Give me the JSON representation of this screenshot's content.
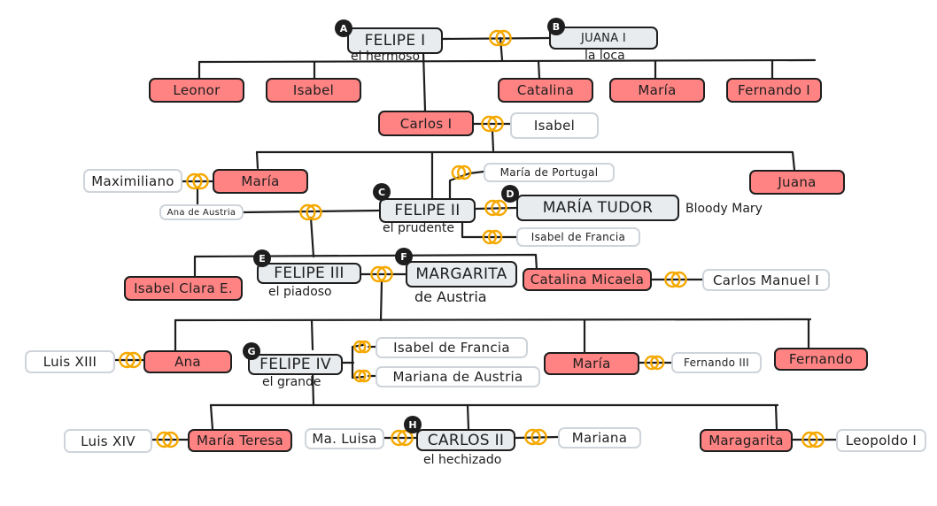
{
  "colors": {
    "descendant": "#ff8383",
    "king": "#e9ecef",
    "spouse": "#ffffff",
    "ring": "#f5a800",
    "line": "#1e1e1e"
  },
  "icons": {
    "marriage": "double-ring-icon"
  },
  "people": {
    "felipe1": "FELIPE I",
    "felipe1_epithet": "el hermoso",
    "juana1": "JUANA I",
    "juana1_epithet": "la loca",
    "leonor": "Leonor",
    "isabel": "Isabel",
    "catalina": "Catalina",
    "maria": "María",
    "fernando1": "Fernando I",
    "carlos1": "Carlos I",
    "isabel_spouse": "Isabel",
    "maximiliano": "Maximiliano",
    "maria2": "María",
    "ana_austria": "Ana de Austria",
    "juana": "Juana",
    "maria_portugal": "María de Portugal",
    "felipe2": "FELIPE II",
    "felipe2_epithet": "el prudente",
    "maria_tudor": "MARÍA TUDOR",
    "maria_tudor_epithet": "Bloody Mary",
    "isabel_francia": "Isabel de Francia",
    "isabel_clara": "Isabel Clara E.",
    "felipe3": "FELIPE III",
    "felipe3_epithet": "el piadoso",
    "margarita": "MARGARITA",
    "margarita_epithet": "de Austria",
    "catalina_micaela": "Catalina Micaela",
    "carlos_manuel": "Carlos Manuel I",
    "luis13": "Luis XIII",
    "ana": "Ana",
    "felipe4": "FELIPE IV",
    "felipe4_epithet": "el grande",
    "isabel_francia2": "Isabel de Francia",
    "mariana_austria": "Mariana de Austria",
    "maria3": "María",
    "fernando3": "Fernando III",
    "fernando": "Fernando",
    "luis14": "Luis XIV",
    "maria_teresa": "María Teresa",
    "ma_luisa": "Ma. Luisa",
    "carlos2": "CARLOS II",
    "carlos2_epithet": "el hechizado",
    "mariana": "Mariana",
    "maragarita": "Maragarita",
    "leopoldo1": "Leopoldo I"
  },
  "badges": {
    "a": "A",
    "b": "B",
    "c": "C",
    "d": "D",
    "e": "E",
    "f": "F",
    "g": "G",
    "h": "H"
  }
}
